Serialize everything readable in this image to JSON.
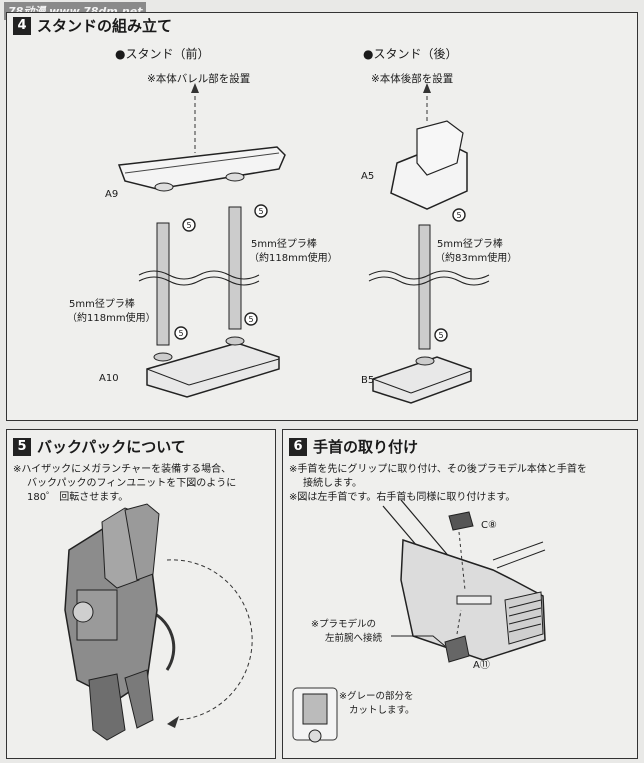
{
  "watermark": "78动漫 www.78dm.net",
  "section4": {
    "number": "4",
    "title": "スタンドの組み立て",
    "front": {
      "heading": "●スタンド（前）",
      "note": "※本体バレル部を設置",
      "part_top": "A9",
      "part_bottom": "A10",
      "rod_label_1": "5mm径プラ棒",
      "rod_label_2": "（約118mm使用）",
      "rod_label_3": "5mm径プラ棒",
      "rod_label_4": "（約118mm使用）"
    },
    "rear": {
      "heading": "●スタンド（後）",
      "note": "※本体後部を設置",
      "part_top": "A5",
      "part_bottom": "B5",
      "rod_label_1": "5mm径プラ棒",
      "rod_label_2": "（約83mm使用）"
    },
    "step_ref": "5"
  },
  "section5": {
    "number": "5",
    "title": "バックパックについて",
    "line1": "※ハイザックにメガランチャーを装備する場合、",
    "line2": "バックパックのフィンユニットを下図のように",
    "line3": "180゜ 回転させます。"
  },
  "section6": {
    "number": "6",
    "title": "手首の取り付け",
    "line1": "※手首を先にグリップに取り付け、その後プラモデル本体と手首を",
    "line2": "接続します。",
    "line3": "※図は左手首です。右手首も同様に取り付けます。",
    "part_c": "C⑧",
    "part_a": "A⑪",
    "note1": "※プラモデルの",
    "note2": "左前腕へ接続",
    "note3": "※グレーの部分を",
    "note4": "カットします。"
  }
}
